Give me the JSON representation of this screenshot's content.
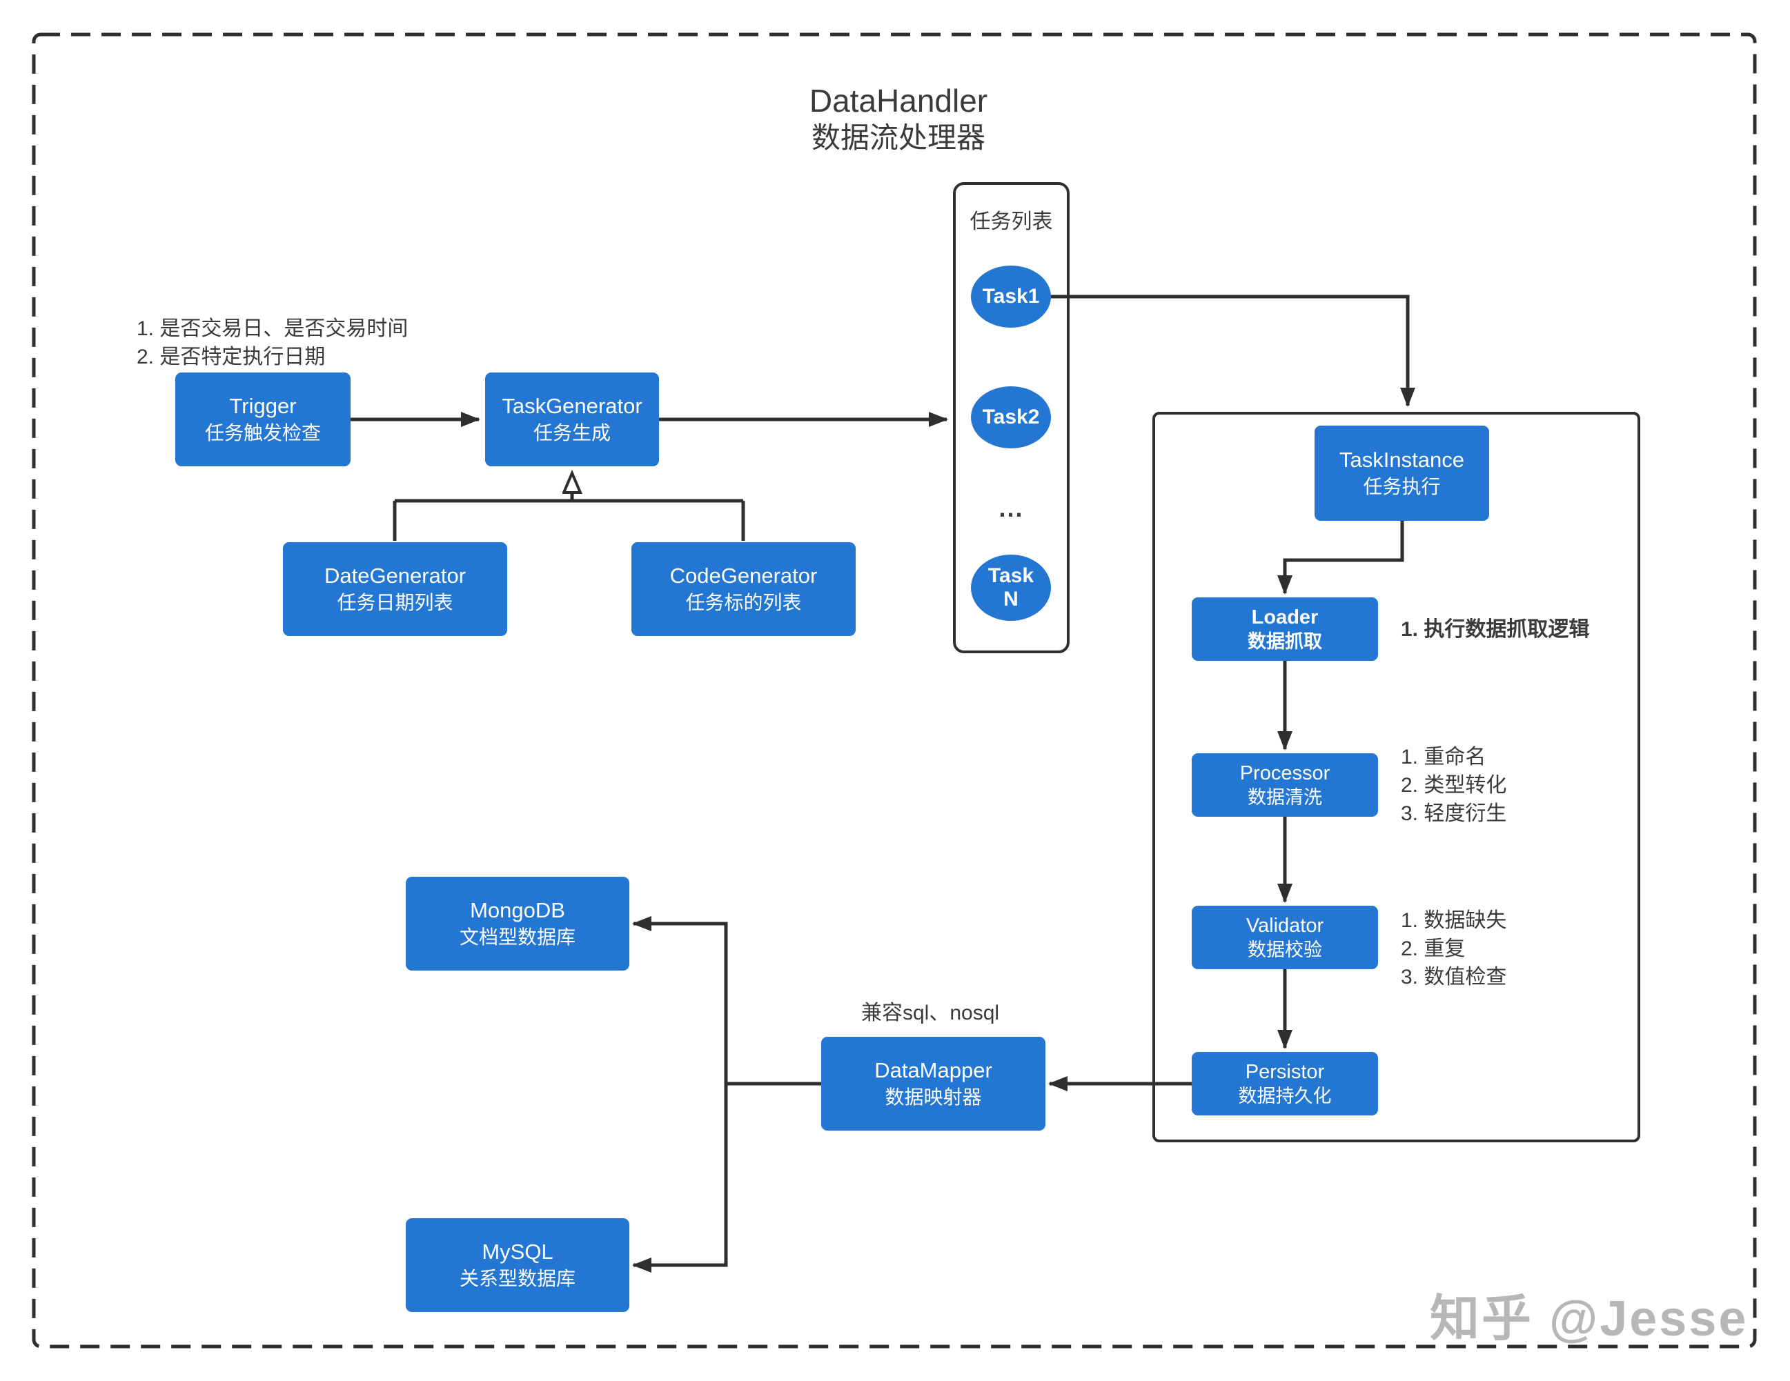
{
  "title": {
    "line1": "DataHandler",
    "line2": "数据流处理器"
  },
  "trigger_note": {
    "line1": "1. 是否交易日、是否交易时间",
    "line2": "2. 是否特定执行日期"
  },
  "nodes": {
    "trigger": {
      "en": "Trigger",
      "zh": "任务触发检查"
    },
    "task_generator": {
      "en": "TaskGenerator",
      "zh": "任务生成"
    },
    "date_generator": {
      "en": "DateGenerator",
      "zh": "任务日期列表"
    },
    "code_generator": {
      "en": "CodeGenerator",
      "zh": "任务标的列表"
    },
    "task_instance": {
      "en": "TaskInstance",
      "zh": "任务执行"
    },
    "loader": {
      "en": "Loader",
      "zh": "数据抓取"
    },
    "processor": {
      "en": "Processor",
      "zh": "数据清洗"
    },
    "validator": {
      "en": "Validator",
      "zh": "数据校验"
    },
    "persistor": {
      "en": "Persistor",
      "zh": "数据持久化"
    },
    "data_mapper": {
      "en": "DataMapper",
      "zh": "数据映射器"
    },
    "mongodb": {
      "en": "MongoDB",
      "zh": "文档型数据库"
    },
    "mysql": {
      "en": "MySQL",
      "zh": "关系型数据库"
    }
  },
  "task_list": {
    "label": "任务列表",
    "tasks": [
      "Task1",
      "Task2"
    ],
    "ellipsis": "...",
    "task_n": {
      "line1": "Task",
      "line2": "N"
    }
  },
  "notes": {
    "loader": [
      "1. 执行数据抓取逻辑"
    ],
    "processor": [
      "1. 重命名",
      "2. 类型转化",
      "3. 轻度衍生"
    ],
    "validator": [
      "1. 数据缺失",
      "2. 重复",
      "3. 数值检查"
    ],
    "data_mapper": "兼容sql、nosql"
  },
  "watermark": {
    "text": "知乎 @Jesse"
  },
  "colors": {
    "node_blue": "#2376d2",
    "line_dark": "#2f2f2f",
    "text_dark": "#3a3a3a",
    "watermark_gray": "#b7b7b7"
  }
}
